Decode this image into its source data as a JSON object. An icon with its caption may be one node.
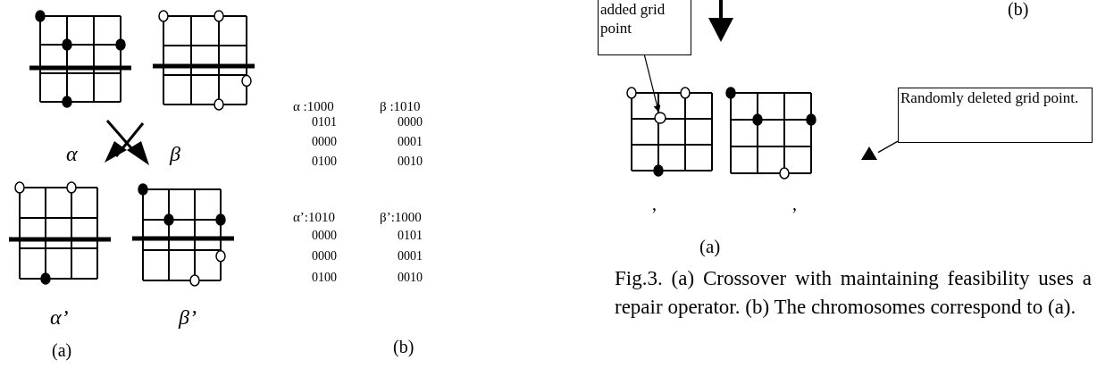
{
  "diagram": {
    "caption": "Fig.3. (a) Crossover with maintaining feasibility uses a repair operator. (b) The chromosomes correspond to (a).",
    "nodes": [
      {
        "text": [
          "added grid point"
        ]
      },
      {
        "text": [],
        "shape": "circle"
      },
      {
        "text": [
          "Randomly deleted grid point."
        ]
      },
      {
        "text": [],
        "shape": "triangle"
      }
    ],
    "edges": [
      {
        "from": 0,
        "to": 1,
        "arrow": "to"
      },
      {
        "from": 2,
        "to": 3,
        "arrow": "none"
      }
    ],
    "labels": [
      "(b)",
      "α",
      "β",
      "α’",
      "β’",
      "(a)",
      "α :1000",
      "β :1010",
      "0101",
      "0000",
      "0000",
      "0001",
      "0100",
      "0010",
      "α’:1010",
      "β’:1000",
      "0000",
      "0101",
      "0000",
      "0001",
      "0100",
      "0010",
      "(b)",
      ",",
      ",",
      "(a)"
    ]
  }
}
